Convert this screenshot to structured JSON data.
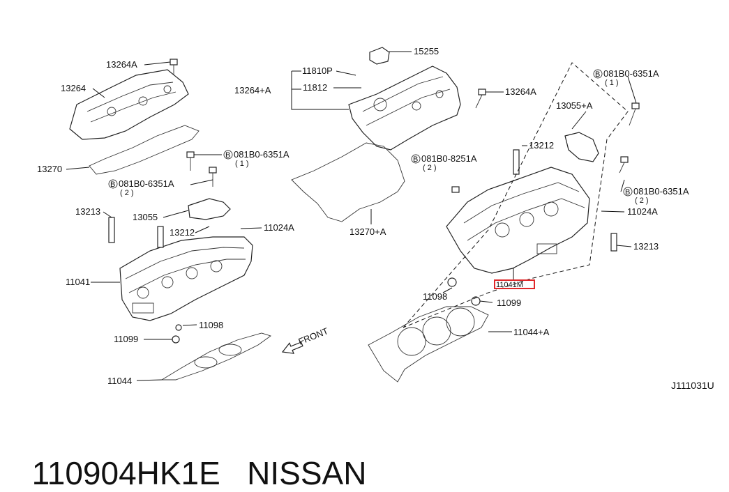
{
  "diagram": {
    "labels": {
      "p13264A_left": "13264A",
      "p13264": "13264",
      "p13270": "13270",
      "p081B0_6351A_top_left": "081B0-6351A",
      "p081B0_6351A_top_left_qty": "( 1 )",
      "p081B0_6351A_mid_left": "081B0-6351A",
      "p081B0_6351A_mid_left_qty": "( 2 )",
      "p13213_left": "13213",
      "p13055": "13055",
      "p13212_left": "13212",
      "p11024A_left": "11024A",
      "p11041": "11041",
      "p11098_left": "11098",
      "p11099_left": "11099",
      "p11044": "11044",
      "p15255": "15255",
      "p11810P": "11810P",
      "p11812": "11812",
      "p13264plusA": "13264+A",
      "p13270plusA": "13270+A",
      "p13264A_mid": "13264A",
      "p081B0_8251A": "081B0-8251A",
      "p081B0_8251A_qty": "( 2 )",
      "p13212_right": "13212",
      "p13055plusA": "13055+A",
      "p081B0_6351A_top_right": "081B0-6351A",
      "p081B0_6351A_top_right_qty": "( 1 )",
      "p081B0_6351A_right": "081B0-6351A",
      "p081B0_6351A_right_qty": "( 2 )",
      "p11024A_right": "11024A",
      "p13213_right": "13213",
      "p11041M": "11041M",
      "p11098_right": "11098",
      "p11099_right": "11099",
      "p11044plusA": "11044+A",
      "front": "FRONT",
      "diagram_code": "J111031U",
      "bolt_symbol": "B"
    },
    "highlight_color": "#e0282a"
  },
  "caption": {
    "part_number": "110904HK1E",
    "brand": "NISSAN"
  }
}
